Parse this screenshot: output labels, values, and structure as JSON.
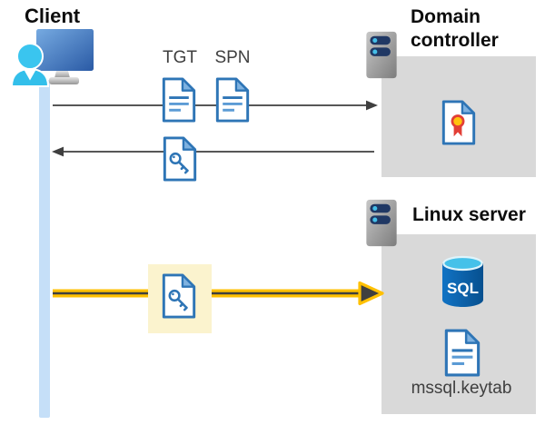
{
  "client": {
    "label": "Client",
    "icon": "client-workstation-icon"
  },
  "domain_controller": {
    "label": "Domain controller",
    "icon": "server-icon",
    "contents": [
      {
        "icon": "certificate-document-icon"
      }
    ]
  },
  "linux_server": {
    "label": "Linux server",
    "icon": "server-icon",
    "contents": [
      {
        "icon": "sql-database-icon",
        "label": "SQL"
      },
      {
        "icon": "keytab-document-icon",
        "label": "mssql.keytab"
      }
    ]
  },
  "tickets": [
    {
      "label": "TGT",
      "icon": "ticket-document-icon"
    },
    {
      "label": "SPN",
      "icon": "ticket-document-icon"
    },
    {
      "icon": "key-document-icon"
    },
    {
      "icon": "key-document-icon-highlighted"
    }
  ],
  "arrows": [
    {
      "id": "ticket-request",
      "from": "client",
      "to": "domain-controller",
      "direction": "right",
      "color": "#3f3f3f"
    },
    {
      "id": "ticket-response",
      "from": "domain-controller",
      "to": "client",
      "direction": "left",
      "color": "#3f3f3f"
    },
    {
      "id": "sql-authentication",
      "from": "client",
      "to": "linux-server",
      "direction": "right",
      "color": "#FFC000"
    }
  ],
  "colors": {
    "document_blue": "#2E75B6",
    "arrow_gray": "#3f3f3f",
    "lifeline_blue": "#C5DFF8",
    "container_gray": "#D9D9D9",
    "highlight_yellow": "#FFC000",
    "highlight_background": "#FBF3CE",
    "server_bar_navy": "#203864",
    "sql_blue": "#0A63B0",
    "certificate_red": "#E23E36",
    "certificate_gold": "#FFC20E",
    "person_cyan": "#33BFEA"
  }
}
